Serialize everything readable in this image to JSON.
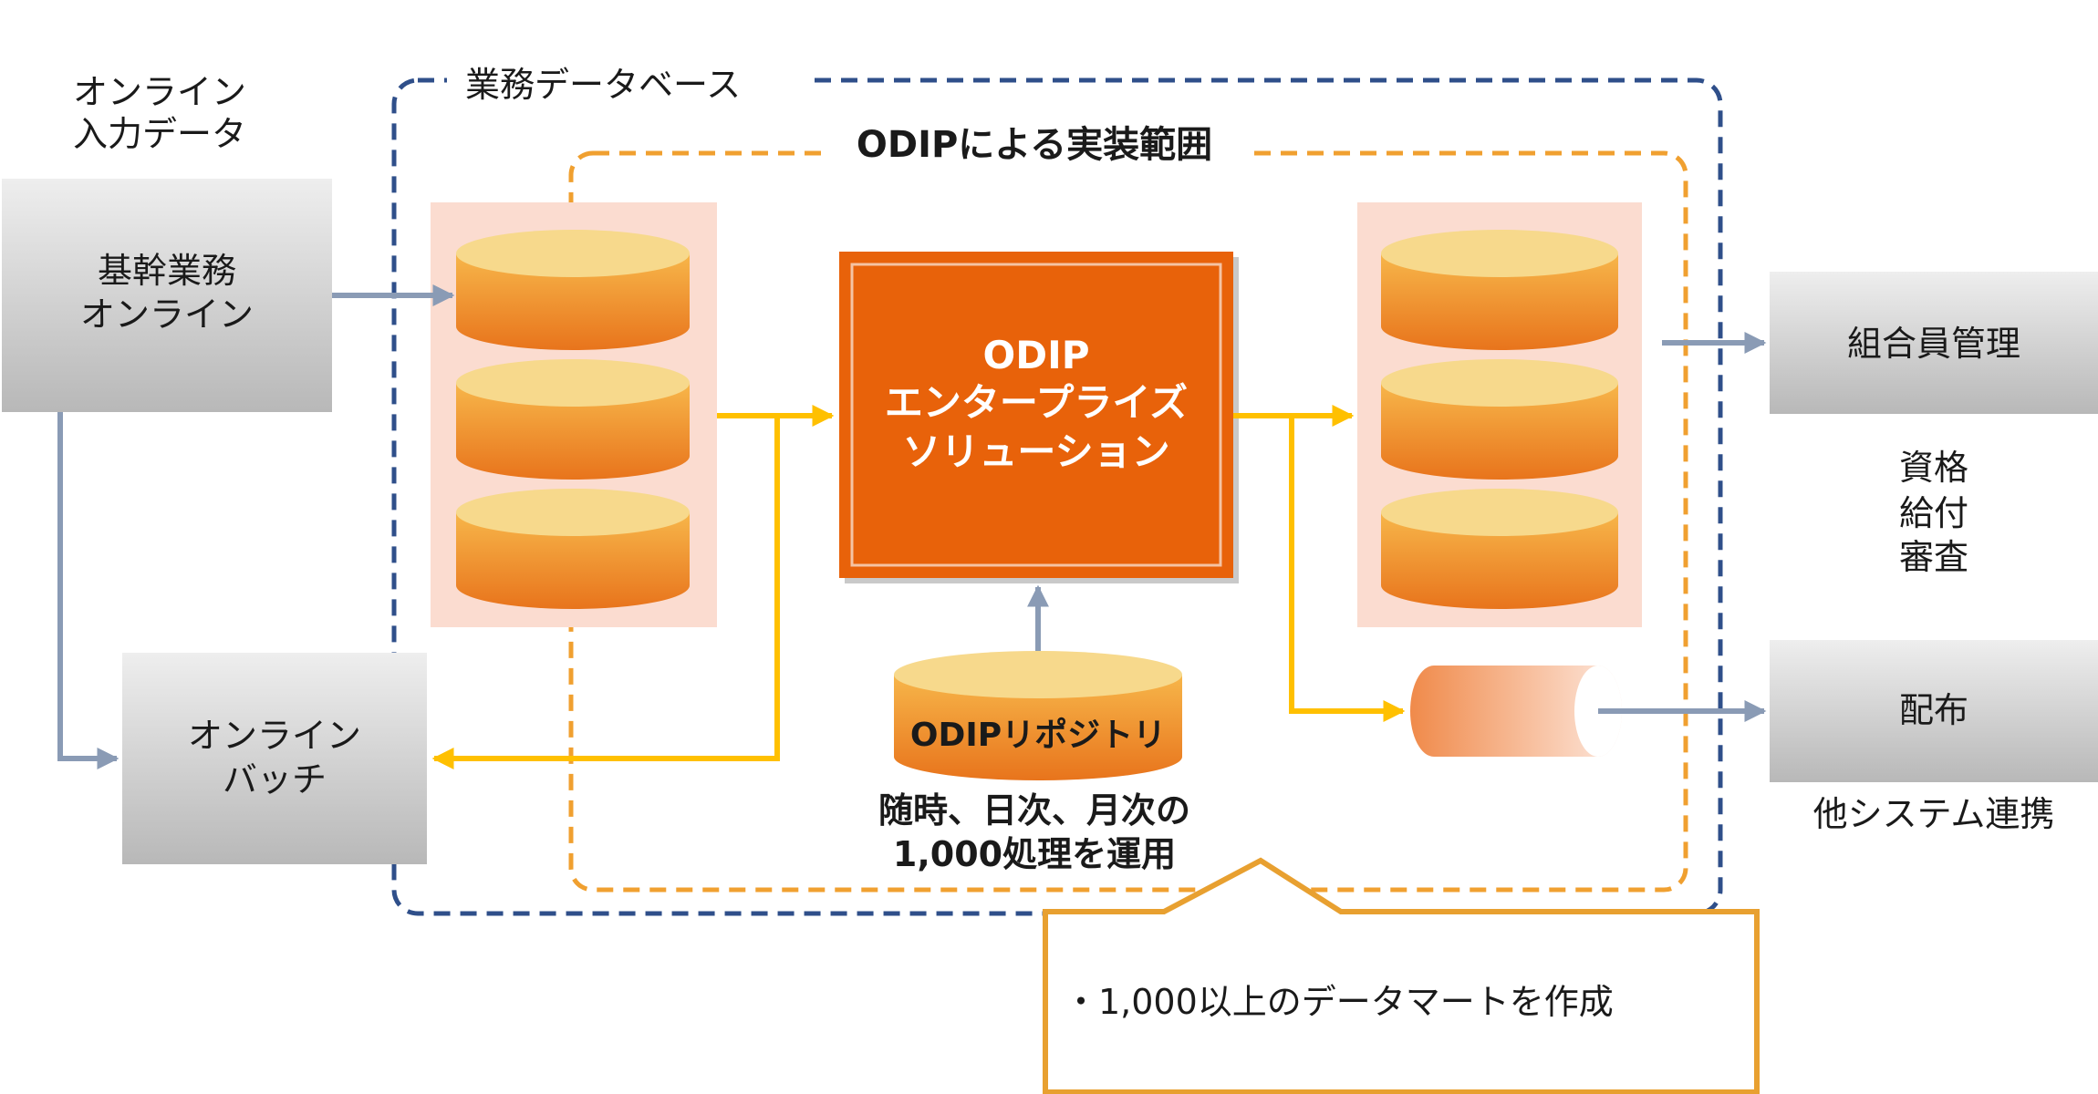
{
  "labels": {
    "online_input_line1": "オンライン",
    "online_input_line2": "入力データ",
    "business_db": "業務データベース",
    "odip_scope": "ODIPによる実装範囲",
    "core_online_line1": "基幹業務",
    "core_online_line2": "オンライン",
    "online_batch_line1": "オンライン",
    "online_batch_line2": "バッチ",
    "solution_line1": "ODIP",
    "solution_line2": "エンタープライズ",
    "solution_line3": "ソリューション",
    "repository": "ODIPリポジトリ",
    "ops_line1": "随時、日次、月次の",
    "ops_line2": "1,000処理を運用",
    "member_mgmt": "組合員管理",
    "qualification": "資格",
    "benefit": "給付",
    "review": "審査",
    "distribution": "配布",
    "other_system": "他システム連携",
    "callout": "・1,000以上のデータマートを作成"
  },
  "colors": {
    "navy_dashed": "#2f4f8a",
    "orange_dashed": "#f0a030",
    "arrow_gray": "#8a9bb5",
    "arrow_yellow": "#ffc000",
    "solution_fill": "#e8620a",
    "db_panel": "#fbdcd0",
    "callout_border": "#e8a030"
  }
}
